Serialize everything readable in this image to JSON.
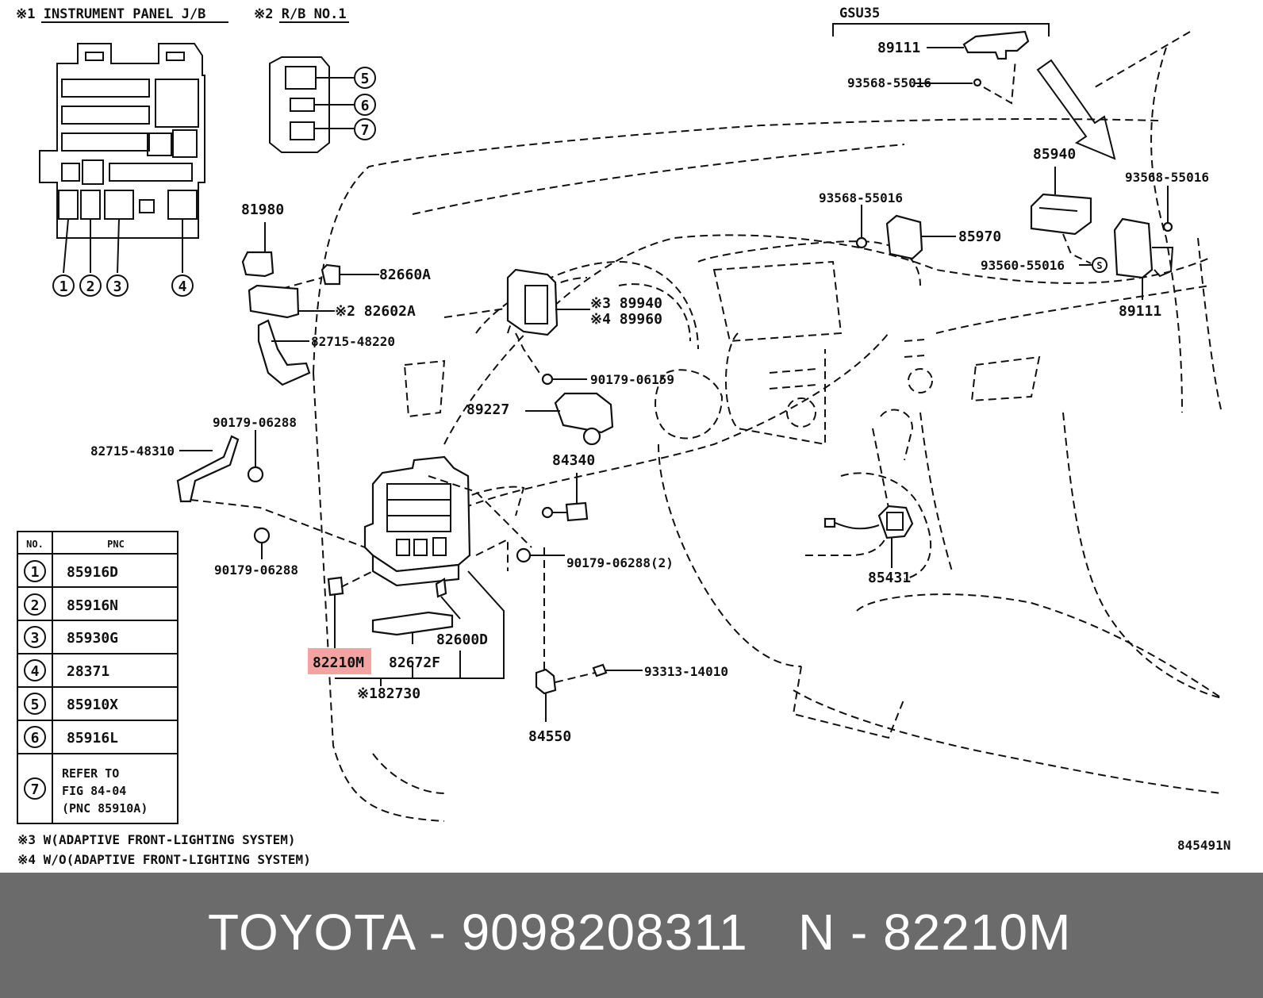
{
  "header": {
    "note1": "※1 INSTRUMENT PANEL J/B",
    "note2": "※2 R/B NO.1",
    "gsu": "GSU35"
  },
  "callout_numbers": [
    "1",
    "2",
    "3",
    "4",
    "5",
    "6",
    "7"
  ],
  "parts": {
    "p89111_top": "89111",
    "p93568_top": "93568-55016",
    "p85940": "85940",
    "p93568_right": "93568-55016",
    "p93568_mid": "93568-55016",
    "p85970": "85970",
    "p93560": "93560-55016",
    "p89111_right": "89111",
    "p81980": "81980",
    "p82660A": "82660A",
    "p82602A": "※2 82602A",
    "p82715_48220": "82715-48220",
    "p89940": "※3 89940",
    "p89960": "※4 89960",
    "p90179_06159": "90179-06159",
    "p89227": "89227",
    "p90179_06288_a": "90179-06288",
    "p82715_48310": "82715-48310",
    "p84340": "84340",
    "p90179_06288_b": "90179-06288",
    "p90179_06288_2": "90179-06288(2)",
    "p85431": "85431",
    "p82600D": "82600D",
    "p82210M": "82210M",
    "p82672F": "82672F",
    "p182730": "※182730",
    "p93313": "93313-14010",
    "p84550": "84550",
    "code": "845491N"
  },
  "table": {
    "col_no": "NO.",
    "col_pnc": "PNC",
    "rows": [
      {
        "no": "1",
        "pnc": "85916D"
      },
      {
        "no": "2",
        "pnc": "85916N"
      },
      {
        "no": "3",
        "pnc": "85930G"
      },
      {
        "no": "4",
        "pnc": "28371"
      },
      {
        "no": "5",
        "pnc": "85910X"
      },
      {
        "no": "6",
        "pnc": "85916L"
      },
      {
        "no": "7",
        "pnc_lines": [
          "REFER TO",
          "FIG 84-04",
          "(PNC 85910A)"
        ]
      }
    ]
  },
  "footnotes": {
    "n3": "※3 W(ADAPTIVE FRONT-LIGHTING SYSTEM)",
    "n4": "※4 W/O(ADAPTIVE FRONT-LIGHTING SYSTEM)"
  },
  "highlight_color": "#f4a3a3",
  "footer": {
    "left": "TOYOTA - 9098208311",
    "right": "N - 82210M",
    "background": "#6b6b6b"
  }
}
